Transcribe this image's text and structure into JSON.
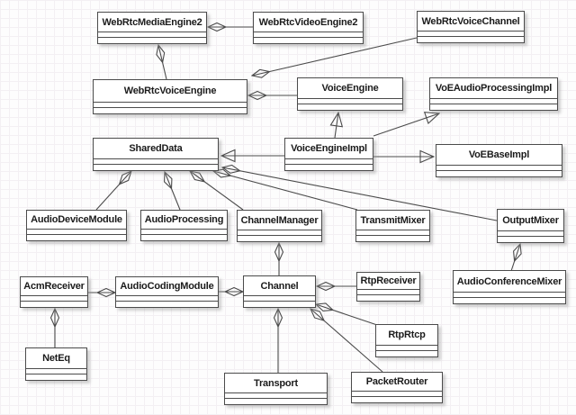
{
  "diagram": {
    "type": "uml-class-diagram",
    "colors": {
      "background": "#fdfdfd",
      "grid_line": "#f3f0f3",
      "box_fill": "#ffffff",
      "box_border": "#4b4b4b",
      "edge_line": "#4b4b4b",
      "text": "#1b1b1b",
      "shadow": "#c8c8c8"
    }
  },
  "classes": [
    {
      "name": "WebRtcMediaEngine2"
    },
    {
      "name": "WebRtcVideoEngine2"
    },
    {
      "name": "WebRtcVoiceChannel"
    },
    {
      "name": "WebRtcVoiceEngine"
    },
    {
      "name": "VoiceEngine"
    },
    {
      "name": "VoEAudioProcessingImpl"
    },
    {
      "name": "SharedData"
    },
    {
      "name": "VoiceEngineImpl"
    },
    {
      "name": "VoEBaseImpl"
    },
    {
      "name": "AudioDeviceModule"
    },
    {
      "name": "AudioProcessing"
    },
    {
      "name": "ChannelManager"
    },
    {
      "name": "TransmitMixer"
    },
    {
      "name": "OutputMixer"
    },
    {
      "name": "AcmReceiver"
    },
    {
      "name": "AudioCodingModule"
    },
    {
      "name": "Channel"
    },
    {
      "name": "RtpReceiver"
    },
    {
      "name": "AudioConferenceMixer"
    },
    {
      "name": "NetEq"
    },
    {
      "name": "RtpRtcp"
    },
    {
      "name": "Transport"
    },
    {
      "name": "PacketRouter"
    }
  ],
  "relations": [
    {
      "from": "WebRtcMediaEngine2",
      "to": "WebRtcVideoEngine2",
      "type": "aggregation"
    },
    {
      "from": "WebRtcMediaEngine2",
      "to": "WebRtcVoiceEngine",
      "type": "aggregation"
    },
    {
      "from": "WebRtcVoiceEngine",
      "to": "WebRtcVoiceChannel",
      "type": "aggregation"
    },
    {
      "from": "WebRtcVoiceEngine",
      "to": "VoiceEngine",
      "type": "aggregation"
    },
    {
      "from": "SharedData",
      "to": "AudioDeviceModule",
      "type": "aggregation"
    },
    {
      "from": "SharedData",
      "to": "AudioProcessing",
      "type": "aggregation"
    },
    {
      "from": "SharedData",
      "to": "ChannelManager",
      "type": "aggregation"
    },
    {
      "from": "SharedData",
      "to": "TransmitMixer",
      "type": "aggregation"
    },
    {
      "from": "SharedData",
      "to": "OutputMixer",
      "type": "aggregation"
    },
    {
      "from": "ChannelManager",
      "to": "Channel",
      "type": "aggregation"
    },
    {
      "from": "OutputMixer",
      "to": "AudioConferenceMixer",
      "type": "aggregation"
    },
    {
      "from": "AudioCodingModule",
      "to": "AcmReceiver",
      "type": "aggregation"
    },
    {
      "from": "Channel",
      "to": "AudioCodingModule",
      "type": "aggregation"
    },
    {
      "from": "Channel",
      "to": "RtpReceiver",
      "type": "aggregation"
    },
    {
      "from": "AcmReceiver",
      "to": "NetEq",
      "type": "aggregation"
    },
    {
      "from": "Channel",
      "to": "RtpRtcp",
      "type": "aggregation"
    },
    {
      "from": "Channel",
      "to": "PacketRouter",
      "type": "aggregation"
    },
    {
      "from": "Channel",
      "to": "Transport",
      "type": "aggregation"
    },
    {
      "from": "VoiceEngineImpl",
      "to": "VoiceEngine",
      "type": "generalization"
    },
    {
      "from": "VoiceEngineImpl",
      "to": "VoEAudioProcessingImpl",
      "type": "generalization"
    },
    {
      "from": "VoiceEngineImpl",
      "to": "VoEBaseImpl",
      "type": "generalization"
    },
    {
      "from": "VoiceEngineImpl",
      "to": "SharedData",
      "type": "generalization"
    }
  ]
}
